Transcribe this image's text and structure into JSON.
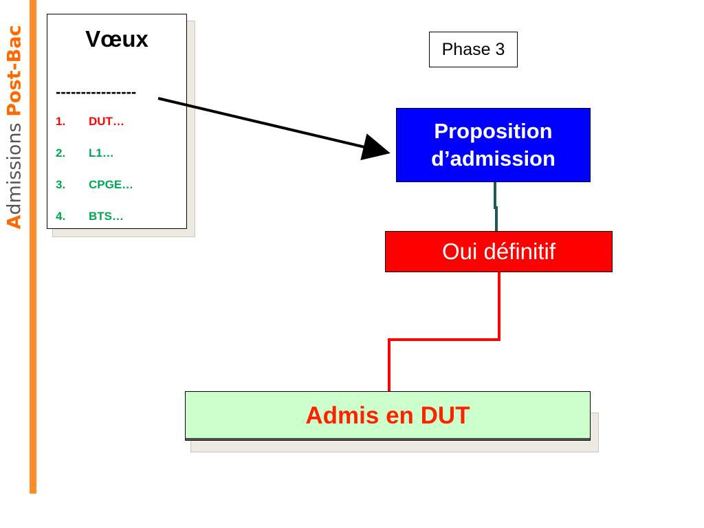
{
  "side_title": {
    "first_letter": "A",
    "rest": "dmissions",
    "brand": "Post-Bac"
  },
  "wishes": {
    "title": "Vœux",
    "dashes": "----------------",
    "items": [
      {
        "num": "1.",
        "label": "DUT…",
        "color": "#ff0000"
      },
      {
        "num": "2.",
        "label": "L1…",
        "color": "#00a651"
      },
      {
        "num": "3.",
        "label": "CPGE…",
        "color": "#00a651"
      },
      {
        "num": "4.",
        "label": "BTS…",
        "color": "#00a651"
      }
    ]
  },
  "phase": {
    "label": "Phase 3"
  },
  "proposition": {
    "line1": "Proposition",
    "line2": "d’admission"
  },
  "oui": {
    "label": "Oui définitif"
  },
  "admis": {
    "label": "Admis en DUT"
  },
  "colors": {
    "accent_orange": "#ff8c2a",
    "proposition_blue": "#0000ff",
    "oui_red": "#ff0000",
    "admis_green": "#ccffcc",
    "teal_connector": "#1e5a5a"
  }
}
